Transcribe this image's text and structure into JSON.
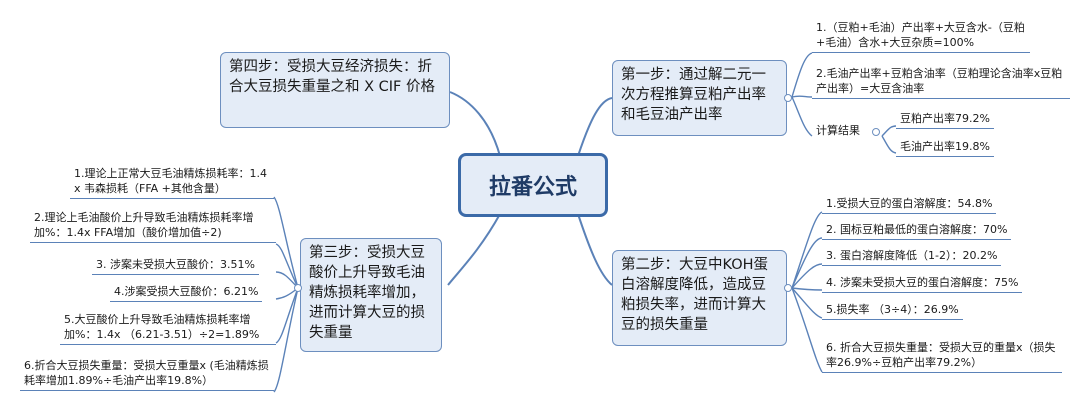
{
  "root": {
    "label": "拉番公式"
  },
  "step4": {
    "text": "第四步：受损大豆经济损失：折合大豆损失重量之和 X CIF 价格"
  },
  "step1": {
    "text": "第一步：通过解二元一次方程推算豆粕产出率和毛豆油产出率",
    "items": [
      "1.（豆粕+毛油）产出率+大豆含水-（豆粕+毛油）含水+大豆杂质=100%",
      "2.毛油产出率+豆粕含油率（豆粕理论含油率x豆粕产出率）=大豆含油率"
    ],
    "result_label": "计算结果",
    "results": [
      "豆粕产出率79.2%",
      "毛油产出率19.8%"
    ]
  },
  "step2": {
    "text": "第二步：大豆中KOH蛋白溶解度降低，造成豆粕损失率，进而计算大豆的损失重量",
    "items": [
      "1.受损大豆的蛋白溶解度：54.8%",
      "2. 国标豆粕最低的蛋白溶解度：70%",
      "3. 蛋白溶解度降低（1-2）：20.2%",
      "4. 涉案未受损大豆的蛋白溶解度：75%",
      "5.损失率 （3÷4）：26.9%",
      "6. 折合大豆损失重量：受损大豆的重量x（损失率26.9%÷豆粕产出率79.2%）"
    ]
  },
  "step3": {
    "text": "第三步：受损大豆酸价上升导致毛油精炼损耗率增加，进而计算大豆的损失重量",
    "items": [
      "1.理论上正常大豆毛油精炼损耗率：1.4 x 韦森损耗（FFA +其他含量）",
      "2.理论上毛油酸价上升导致毛油精炼损耗率增加%：1.4x FFA增加（酸价增加值÷2)",
      "3. 涉案未受损大豆酸价：3.51%",
      "4.涉案受损大豆酸价：6.21%",
      "5.大豆酸价上升导致毛油精炼损耗率增加%：1.4x （6.21-3.51）÷2=1.89%",
      "6.折合大豆损失重量：受损大豆重量x (毛油精炼损耗率增加1.89%÷毛油产出率19.8%）"
    ]
  },
  "colors": {
    "line": "#5b82b8",
    "box_fill": "#e4ecf7",
    "box_border": "#6d8fbf",
    "root_border": "#3b6aa8"
  }
}
